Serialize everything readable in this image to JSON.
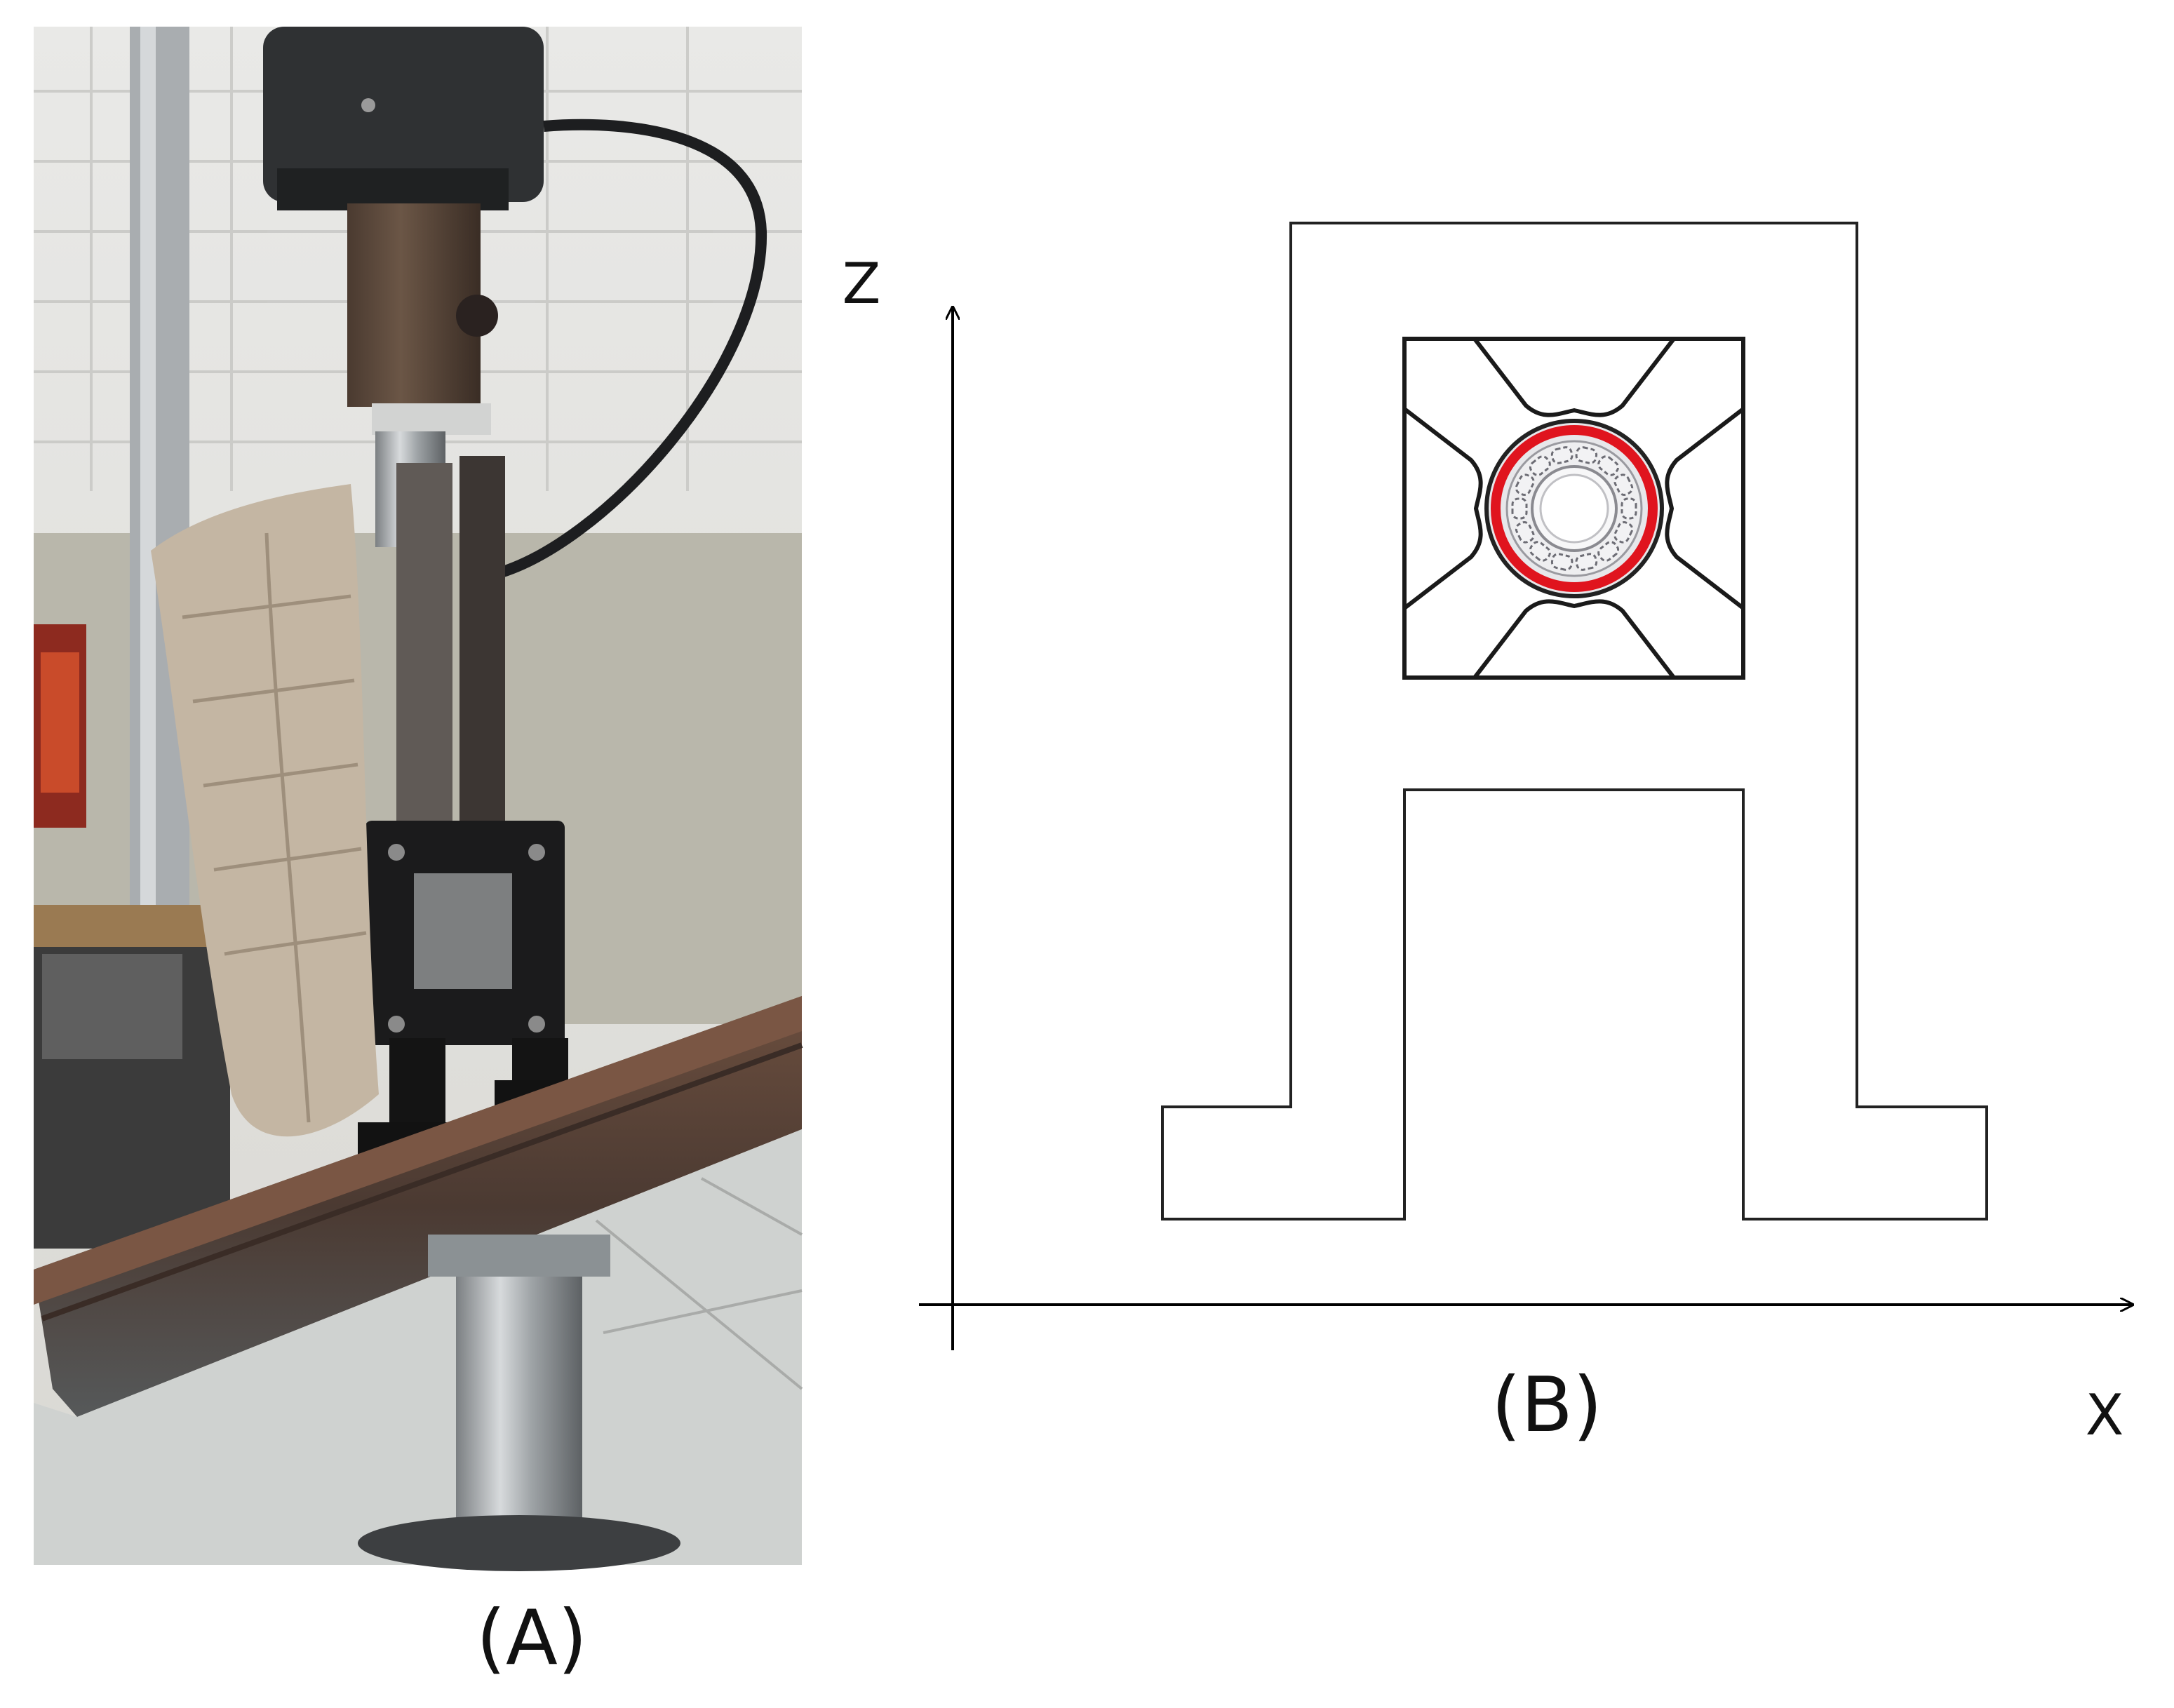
{
  "panel_a": {
    "label": "(A)",
    "photo_subject": "test-rig-photo"
  },
  "panel_b": {
    "label": "(B)",
    "axis_x_label": "X",
    "axis_z_label": "Z",
    "bearing_ring_color": "#e0141e"
  }
}
